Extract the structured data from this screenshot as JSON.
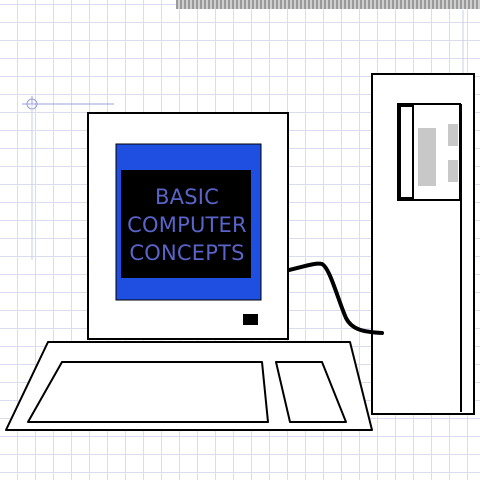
{
  "title": {
    "lines": [
      "BASIC",
      "COMPUTER",
      "CONCEPTS"
    ]
  },
  "colors": {
    "background": "#ffffff",
    "grid": "#dcdcef",
    "screen_bezel": "#1f4fe0",
    "screen": "#000000",
    "title_text": "#5a63c8",
    "outline": "#000000",
    "drive_panel": "#c8c8c8"
  },
  "icons": [
    "computer-monitor-icon",
    "keyboard-icon",
    "tower-case-icon",
    "cable-icon"
  ]
}
